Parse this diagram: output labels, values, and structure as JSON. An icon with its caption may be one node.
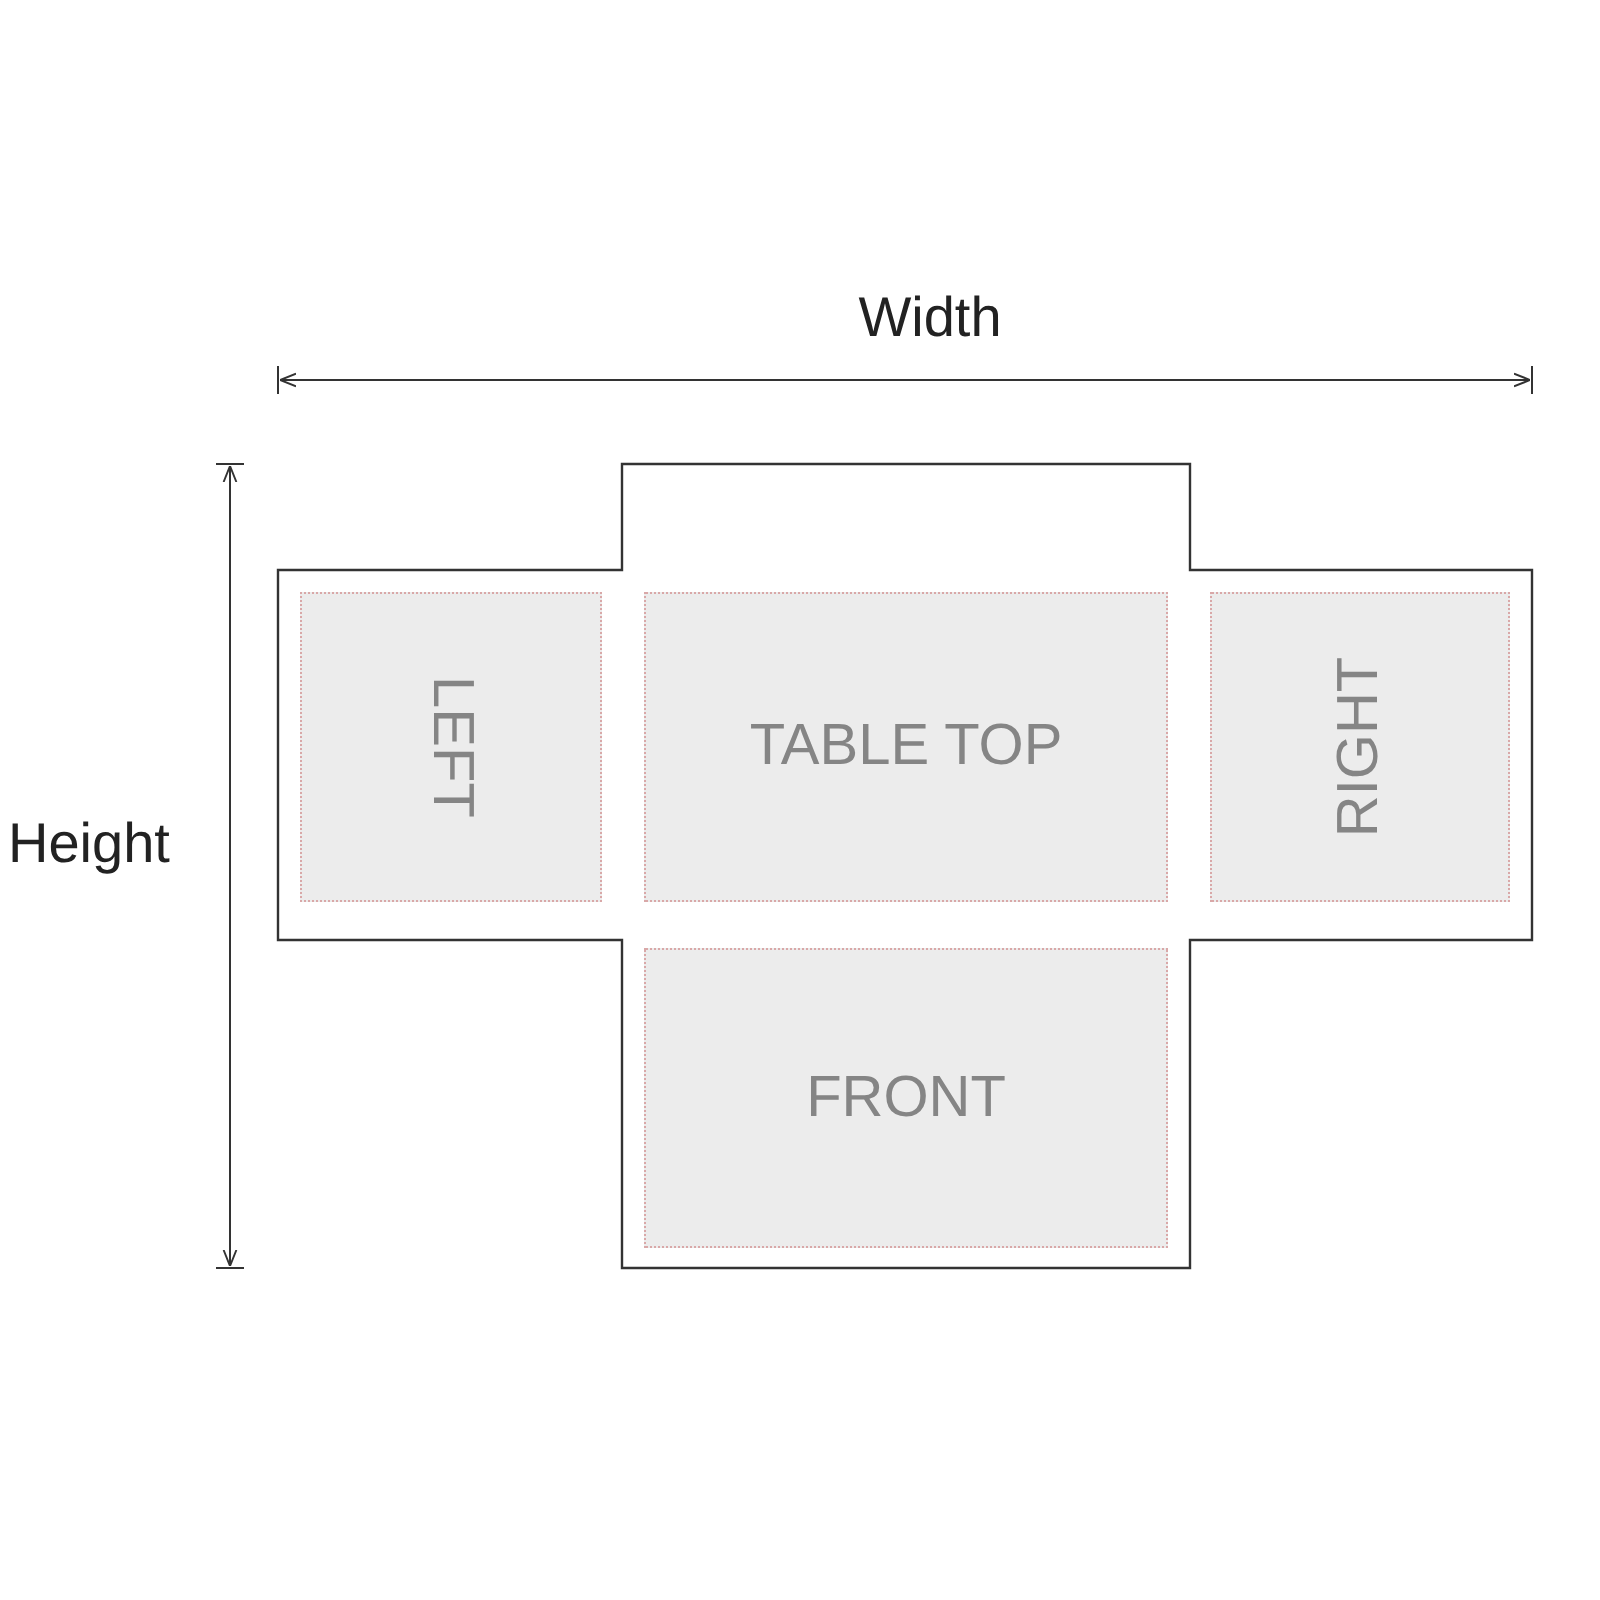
{
  "diagram": {
    "nodes": [
      {
        "text": [
          "LEFT"
        ]
      },
      {
        "text": [
          "TABLE TOP"
        ]
      },
      {
        "text": [
          "RIGHT"
        ]
      },
      {
        "text": [
          "FRONT"
        ]
      }
    ],
    "labels": [
      "Width",
      "Height"
    ]
  }
}
